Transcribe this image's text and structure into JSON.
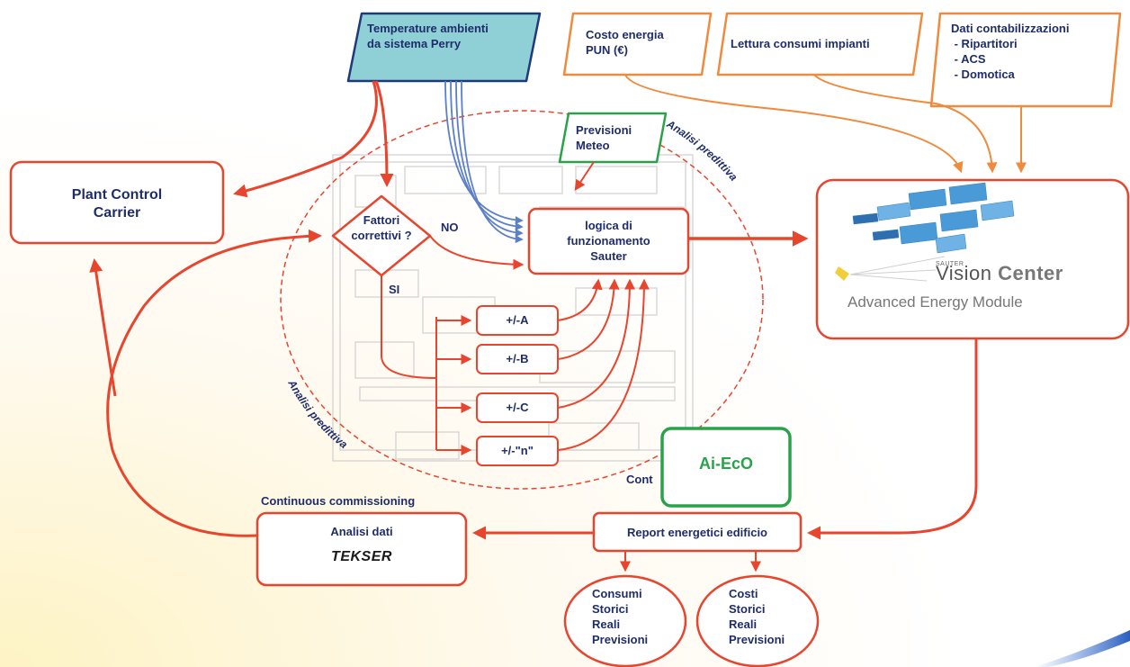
{
  "nodes": {
    "temperature": "Temperature ambienti\nda sistema Perry",
    "costo": "Costo energia\nPUN (€)",
    "lettura": "Lettura consumi impianti",
    "dati": "Dati contabilizzazioni\n - Ripartitori\n - ACS\n - Domotica",
    "plant": "Plant Control\nCarrier",
    "previsioni_meteo": "Previsioni\nMeteo",
    "fattori": "Fattori\ncorrettivi ?",
    "logica": "logica di\nfunzionamento\nSauter",
    "no": "NO",
    "si": "SI",
    "corr_a": "+/-A",
    "corr_b": "+/-B",
    "corr_c": "+/-C",
    "corr_n": "+/-\"n\"",
    "analisi_predittiva_top": "Analisi predittiva",
    "analisi_predittiva_bottom": "Analisi predittiva",
    "cont": "Cont",
    "continuous": "Continuous commissioning",
    "analisi_dati": "Analisi dati",
    "tekser": "TEKSER",
    "report": "Report energetici edificio",
    "aieco": "Ai-EcO",
    "consumi": "Consumi\nStorici\nReali\nPrevisioni",
    "costi": "Costi\nStorici\nReali\nPrevisioni"
  },
  "vision_center": {
    "brand": "SAUTER",
    "title_light": "Vision",
    "title_bold": "Center",
    "subtitle": "Advanced Energy Module"
  },
  "colors": {
    "red": "#e8452f",
    "orange": "#f08a3c",
    "blue": "#5b7fc8",
    "teal_fill": "#8fd0d6",
    "navy_border": "#1f3a7a",
    "green": "#2aa24a",
    "label": "#1f2d6b"
  }
}
